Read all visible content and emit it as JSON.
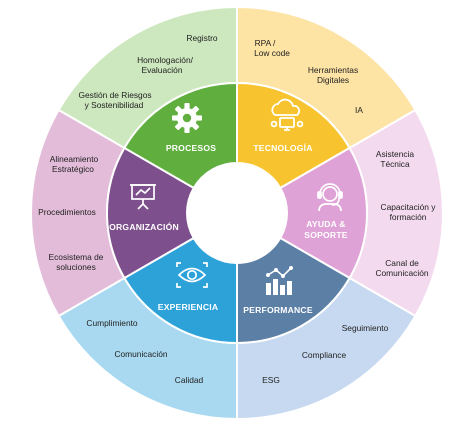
{
  "colors": {
    "procesos_inner": "#5fae3e",
    "procesos_outer": "#cde8bf",
    "tecnologia_inner": "#f7c430",
    "tecnologia_outer": "#fde3a4",
    "ayuda_inner": "#dfa2d6",
    "ayuda_outer": "#f4daef",
    "performance_inner": "#5c7fa6",
    "performance_outer": "#c7d9f0",
    "experiencia_inner": "#2da2d9",
    "experiencia_outer": "#a9d9f0",
    "organizacion_inner": "#7d4f8c",
    "organizacion_outer": "#e3bcd9",
    "center": "#ffffff"
  },
  "segments": {
    "procesos": {
      "label": "PROCESOS",
      "icon": "gear-icon"
    },
    "tecnologia": {
      "label": "TECNOLOGÍA",
      "icon": "cloud-computer-icon"
    },
    "ayuda": {
      "label_line1": "AYUDA &",
      "label_line2": "SOPORTE",
      "icon": "support-agent-icon"
    },
    "performance": {
      "label": "PERFORMANCE",
      "icon": "performance-chart-icon"
    },
    "experiencia": {
      "label": "EXPERIENCIA",
      "icon": "eye-icon"
    },
    "organizacion": {
      "label": "ORGANIZACIÓN",
      "icon": "presentation-board-icon"
    }
  },
  "outer": {
    "procesos": {
      "registro": "Registro",
      "homologacion_1": "Homologación/",
      "homologacion_2": "Evaluación",
      "gestion_1": "Gestión de Riesgos",
      "gestion_2": "y Sostenibilidad"
    },
    "tecnologia": {
      "rpa_1": "RPA /",
      "rpa_2": "Low code",
      "herramientas_1": "Herramientas",
      "herramientas_2": "Digitales",
      "ia": "IA"
    },
    "ayuda": {
      "asistencia_1": "Asistencia",
      "asistencia_2": "Técnica",
      "capacitacion_1": "Capacitación y",
      "capacitacion_2": "formación",
      "canal_1": "Canal de",
      "canal_2": "Comunicación"
    },
    "performance": {
      "seguimiento": "Seguimiento",
      "compliance": "Compliance",
      "esg": "ESG"
    },
    "experiencia": {
      "cumplimiento": "Cumplimiento",
      "comunicacion": "Comunicación",
      "calidad": "Calidad"
    },
    "organizacion": {
      "alineamiento_1": "Alineamiento",
      "alineamiento_2": "Estratégico",
      "procedimientos": "Procedimientos",
      "ecosistema_1": "Ecosistema de",
      "ecosistema_2": "soluciones"
    }
  }
}
